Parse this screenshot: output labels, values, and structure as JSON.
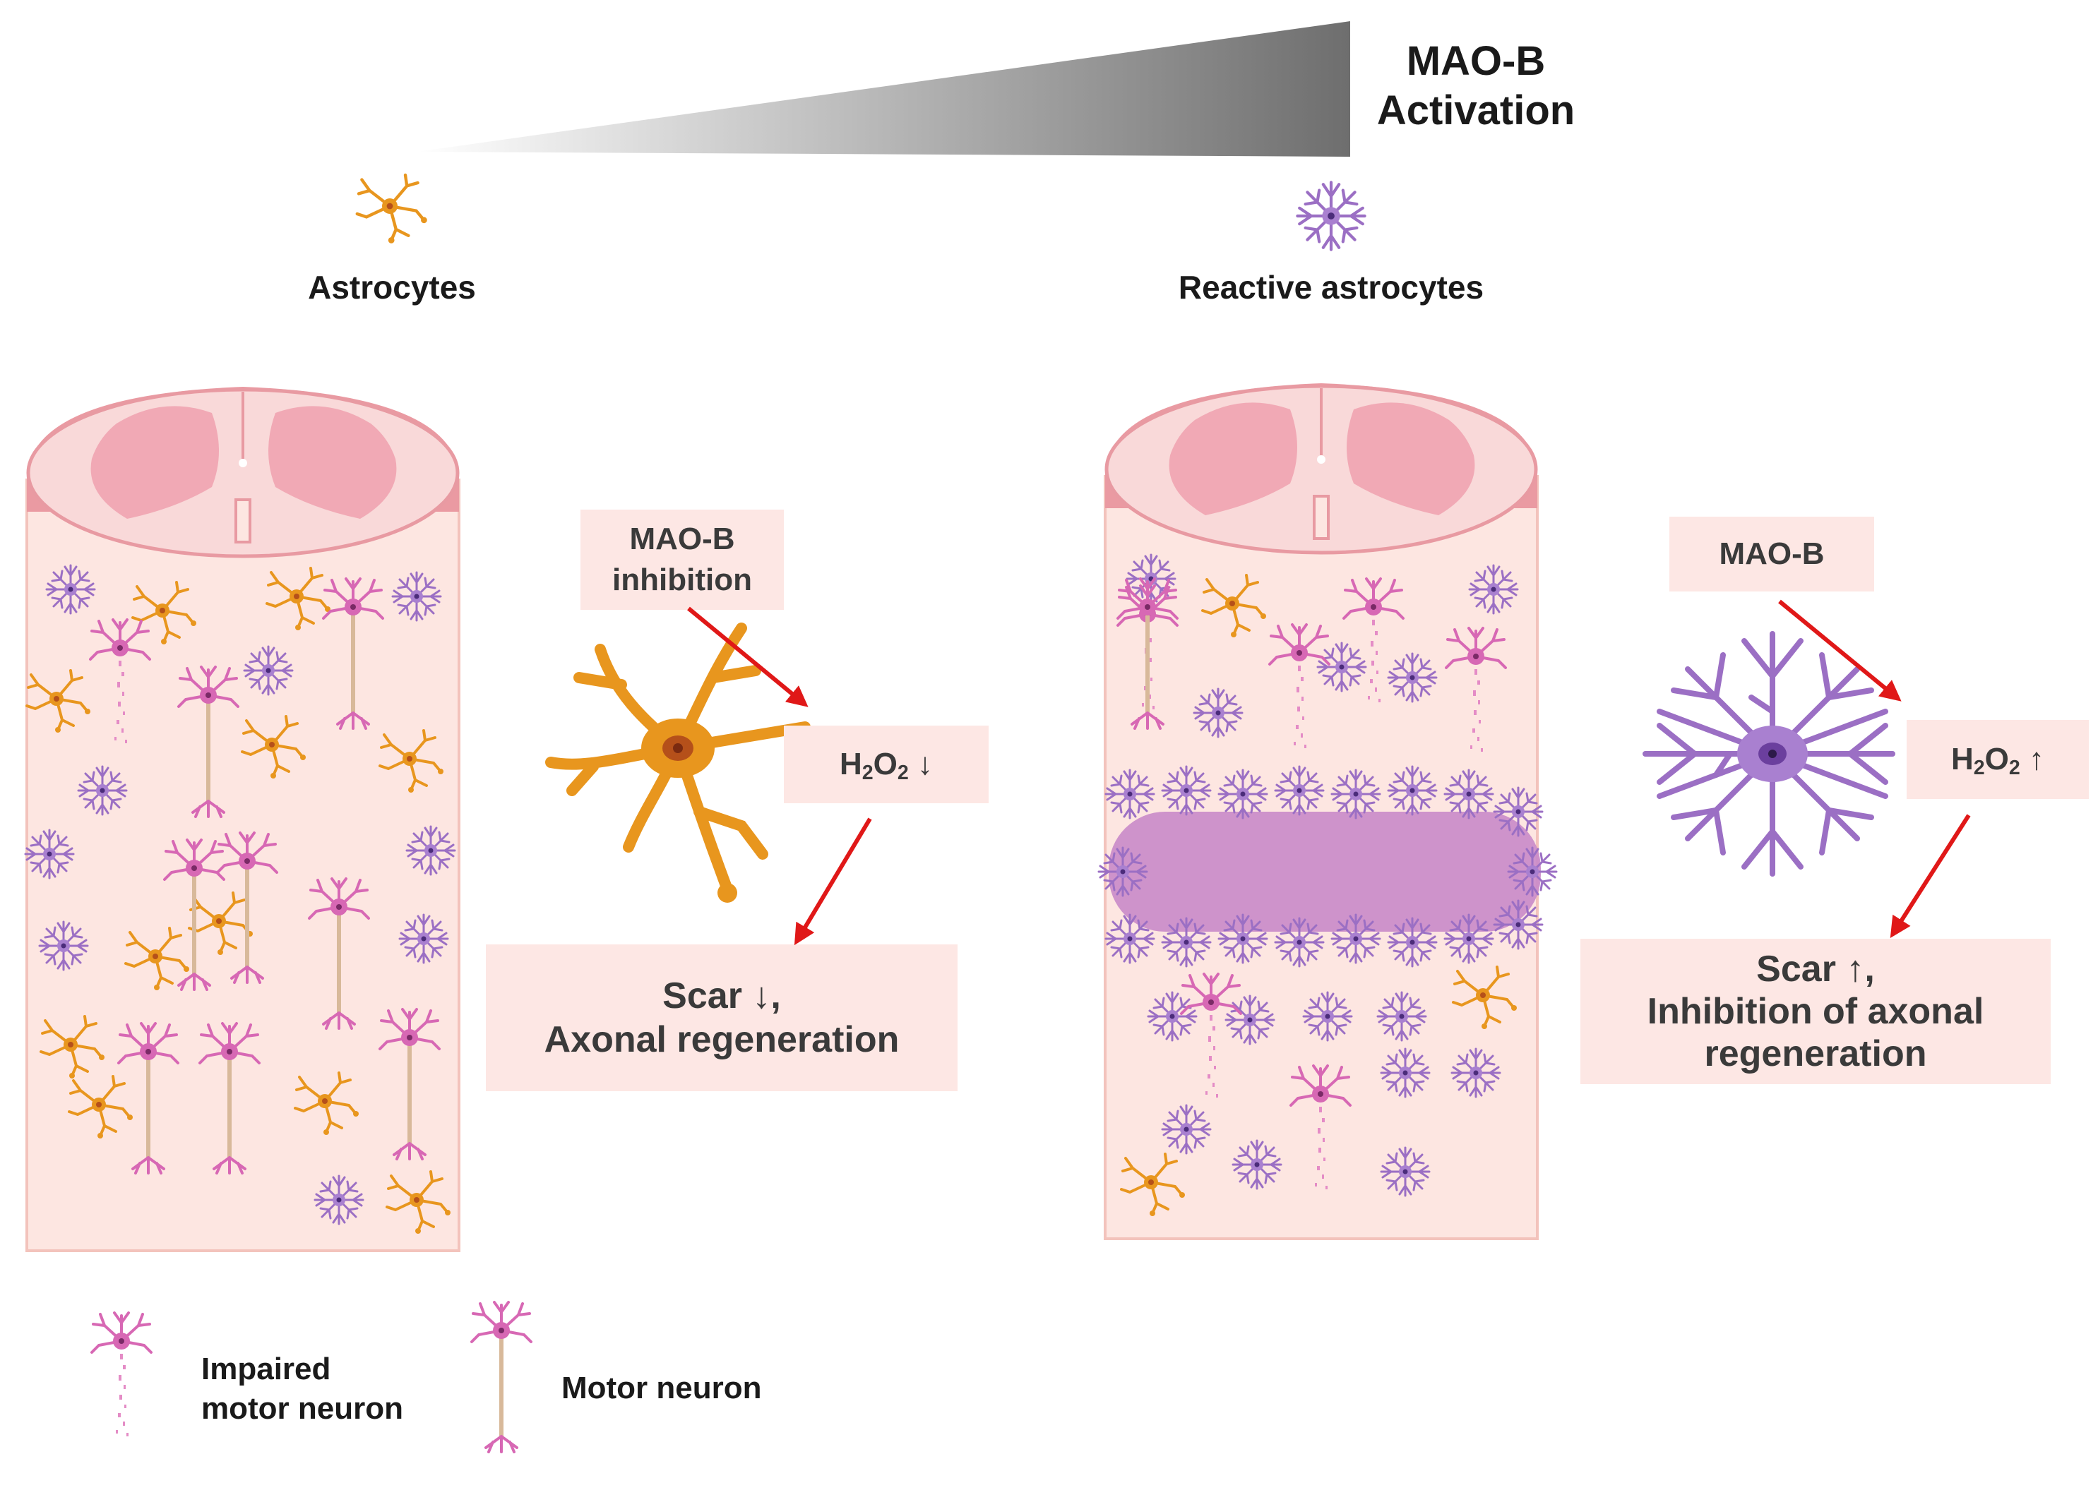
{
  "header": {
    "gradient_label_line1": "MAO-B",
    "gradient_label_line2": "Activation",
    "left_cell_label": "Astrocytes",
    "right_cell_label": "Reactive astrocytes"
  },
  "left_panel": {
    "enzyme_box_line1": "MAO-B",
    "enzyme_box_line2": "inhibition",
    "h2o2_prefix": "H",
    "h2o2_sub1": "2",
    "h2o2_mid": "O",
    "h2o2_sub2": "2",
    "h2o2_arrow": "↓",
    "outcome_line1": "Scar ↓,",
    "outcome_line2": "Axonal regeneration"
  },
  "right_panel": {
    "enzyme_box_line1": "MAO-B",
    "h2o2_prefix": "H",
    "h2o2_sub1": "2",
    "h2o2_mid": "O",
    "h2o2_sub2": "2",
    "h2o2_arrow": "↑",
    "outcome_line1": "Scar ↑,",
    "outcome_line2": "Inhibition of axonal",
    "outcome_line3": "regeneration"
  },
  "legend": {
    "impaired_line1": "Impaired",
    "impaired_line2": "motor neuron",
    "motor_neuron": "Motor neuron"
  },
  "colors": {
    "astrocyte": "#e8961e",
    "reactive_astrocyte": "#9b6fc4",
    "neuron": "#d768b4",
    "tissue": "#fde6e1",
    "scar": "#c98ac9",
    "arrow": "#e01818"
  }
}
